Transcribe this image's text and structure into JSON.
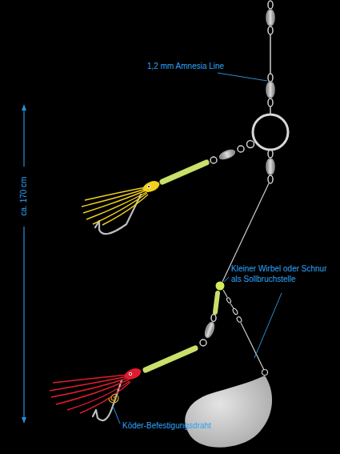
{
  "diagram": {
    "labels": [
      "1,2 mm Amnesia Line",
      "ca. 170 cm",
      "Kleiner Wirbel oder Schnur als Sollbruchstelle",
      "Köder-Befestigungsdraht"
    ]
  }
}
